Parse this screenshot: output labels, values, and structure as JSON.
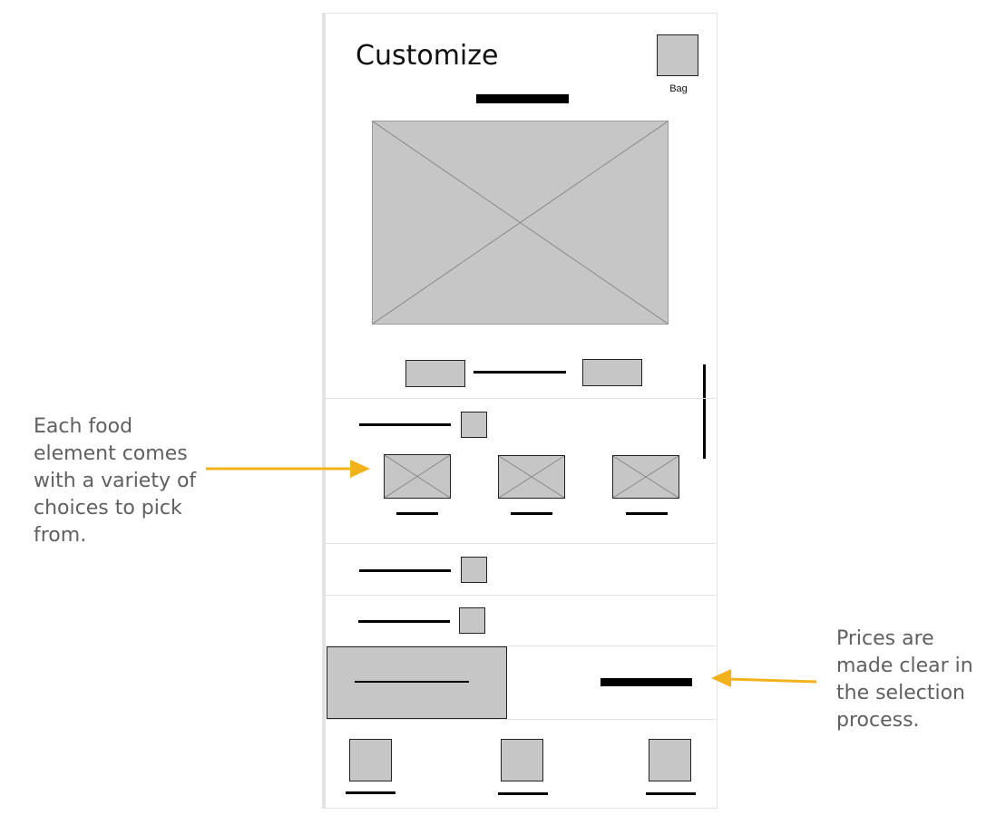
{
  "header": {
    "title": "Customize",
    "bag_label": "Bag"
  },
  "annotations": [
    {
      "text": "Each food element comes with a variety of choices to pick from."
    },
    {
      "text": "Prices are made clear in the selection process."
    }
  ],
  "colors": {
    "placeholder_fill": "#c6c6c6",
    "arrow": "#f2b21b",
    "annotation_text": "#606060"
  },
  "icons": [
    "bag-icon",
    "image-placeholder"
  ]
}
